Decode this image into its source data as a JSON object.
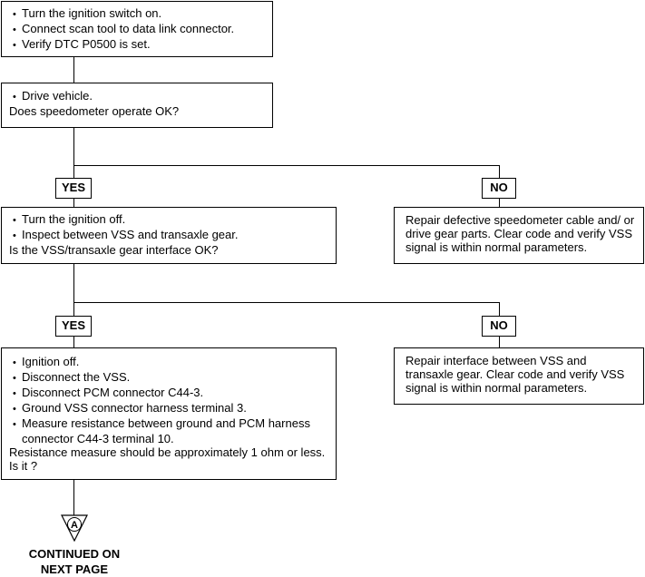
{
  "box1": {
    "bullets": [
      "Turn the ignition switch on.",
      "Connect scan tool to data link connector.",
      "Verify DTC P0500 is set."
    ]
  },
  "box2": {
    "bullets": [
      "Drive vehicle."
    ],
    "question": "Does speedometer operate OK?"
  },
  "branch1": {
    "yes_label": "YES",
    "no_label": "NO"
  },
  "box3": {
    "bullets": [
      "Turn the ignition off.",
      "Inspect between VSS and transaxle gear."
    ],
    "question": "Is the VSS/transaxle gear interface OK?"
  },
  "box3_no": {
    "text": "Repair defective speedometer cable and/ or drive gear parts. Clear code and verify VSS signal is within normal parameters."
  },
  "branch2": {
    "yes_label": "YES",
    "no_label": "NO"
  },
  "box4": {
    "bullets": [
      "Ignition off.",
      "Disconnect the VSS.",
      "Disconnect PCM connector C44-3.",
      "Ground VSS connector harness terminal 3.",
      "Measure resistance between ground and PCM harness connector C44-3 terminal 10."
    ],
    "question": "Resistance measure should be approximately 1 ohm or less. Is it ?"
  },
  "box4_no": {
    "text": "Repair interface between VSS and transaxle gear. Clear code and verify VSS signal is within normal parameters."
  },
  "connector": {
    "label": "A",
    "continued_line1": "CONTINUED  ON",
    "continued_line2": "NEXT  PAGE"
  }
}
